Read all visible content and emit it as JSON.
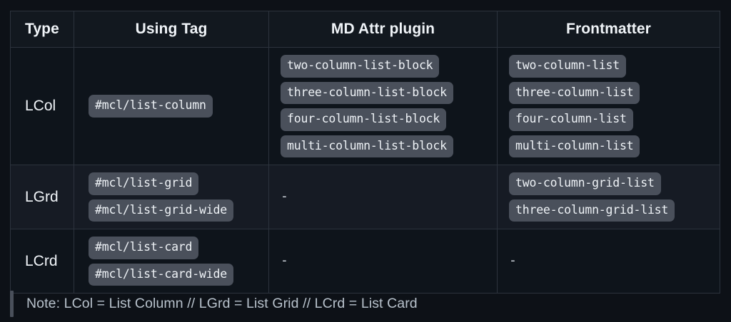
{
  "table": {
    "headers": [
      {
        "label": "Type"
      },
      {
        "label": "Using Tag"
      },
      {
        "label": "MD Attr plugin"
      },
      {
        "label": "Frontmatter"
      }
    ],
    "rows": [
      {
        "type": "LCol",
        "using_tag": [
          "#mcl/list-column"
        ],
        "md_attr_plugin": [
          "two-column-list-block",
          "three-column-list-block",
          "four-column-list-block",
          "multi-column-list-block"
        ],
        "frontmatter": [
          "two-column-list",
          "three-column-list",
          "four-column-list",
          "multi-column-list"
        ]
      },
      {
        "type": "LGrd",
        "using_tag": [
          "#mcl/list-grid",
          "#mcl/list-grid-wide"
        ],
        "md_attr_plugin": [
          "-"
        ],
        "frontmatter": [
          "two-column-grid-list",
          "three-column-grid-list"
        ]
      },
      {
        "type": "LCrd",
        "using_tag": [
          "#mcl/list-card",
          "#mcl/list-card-wide"
        ],
        "md_attr_plugin": [
          "-"
        ],
        "frontmatter": [
          "-"
        ]
      }
    ]
  },
  "note": {
    "text": "Note: LCol = List Column // LGrd = List Grid // LCrd = List Card"
  },
  "colors": {
    "page_background": "#0d1117",
    "header_background": "#12181f",
    "row_odd_background": "#0e141b",
    "row_even_background": "#161b24",
    "border": "#2c333d",
    "pill_background": "#4a505b",
    "pill_text": "#eef2f6",
    "note_accent": "#4a505b",
    "note_text": "#b8c2cc"
  }
}
